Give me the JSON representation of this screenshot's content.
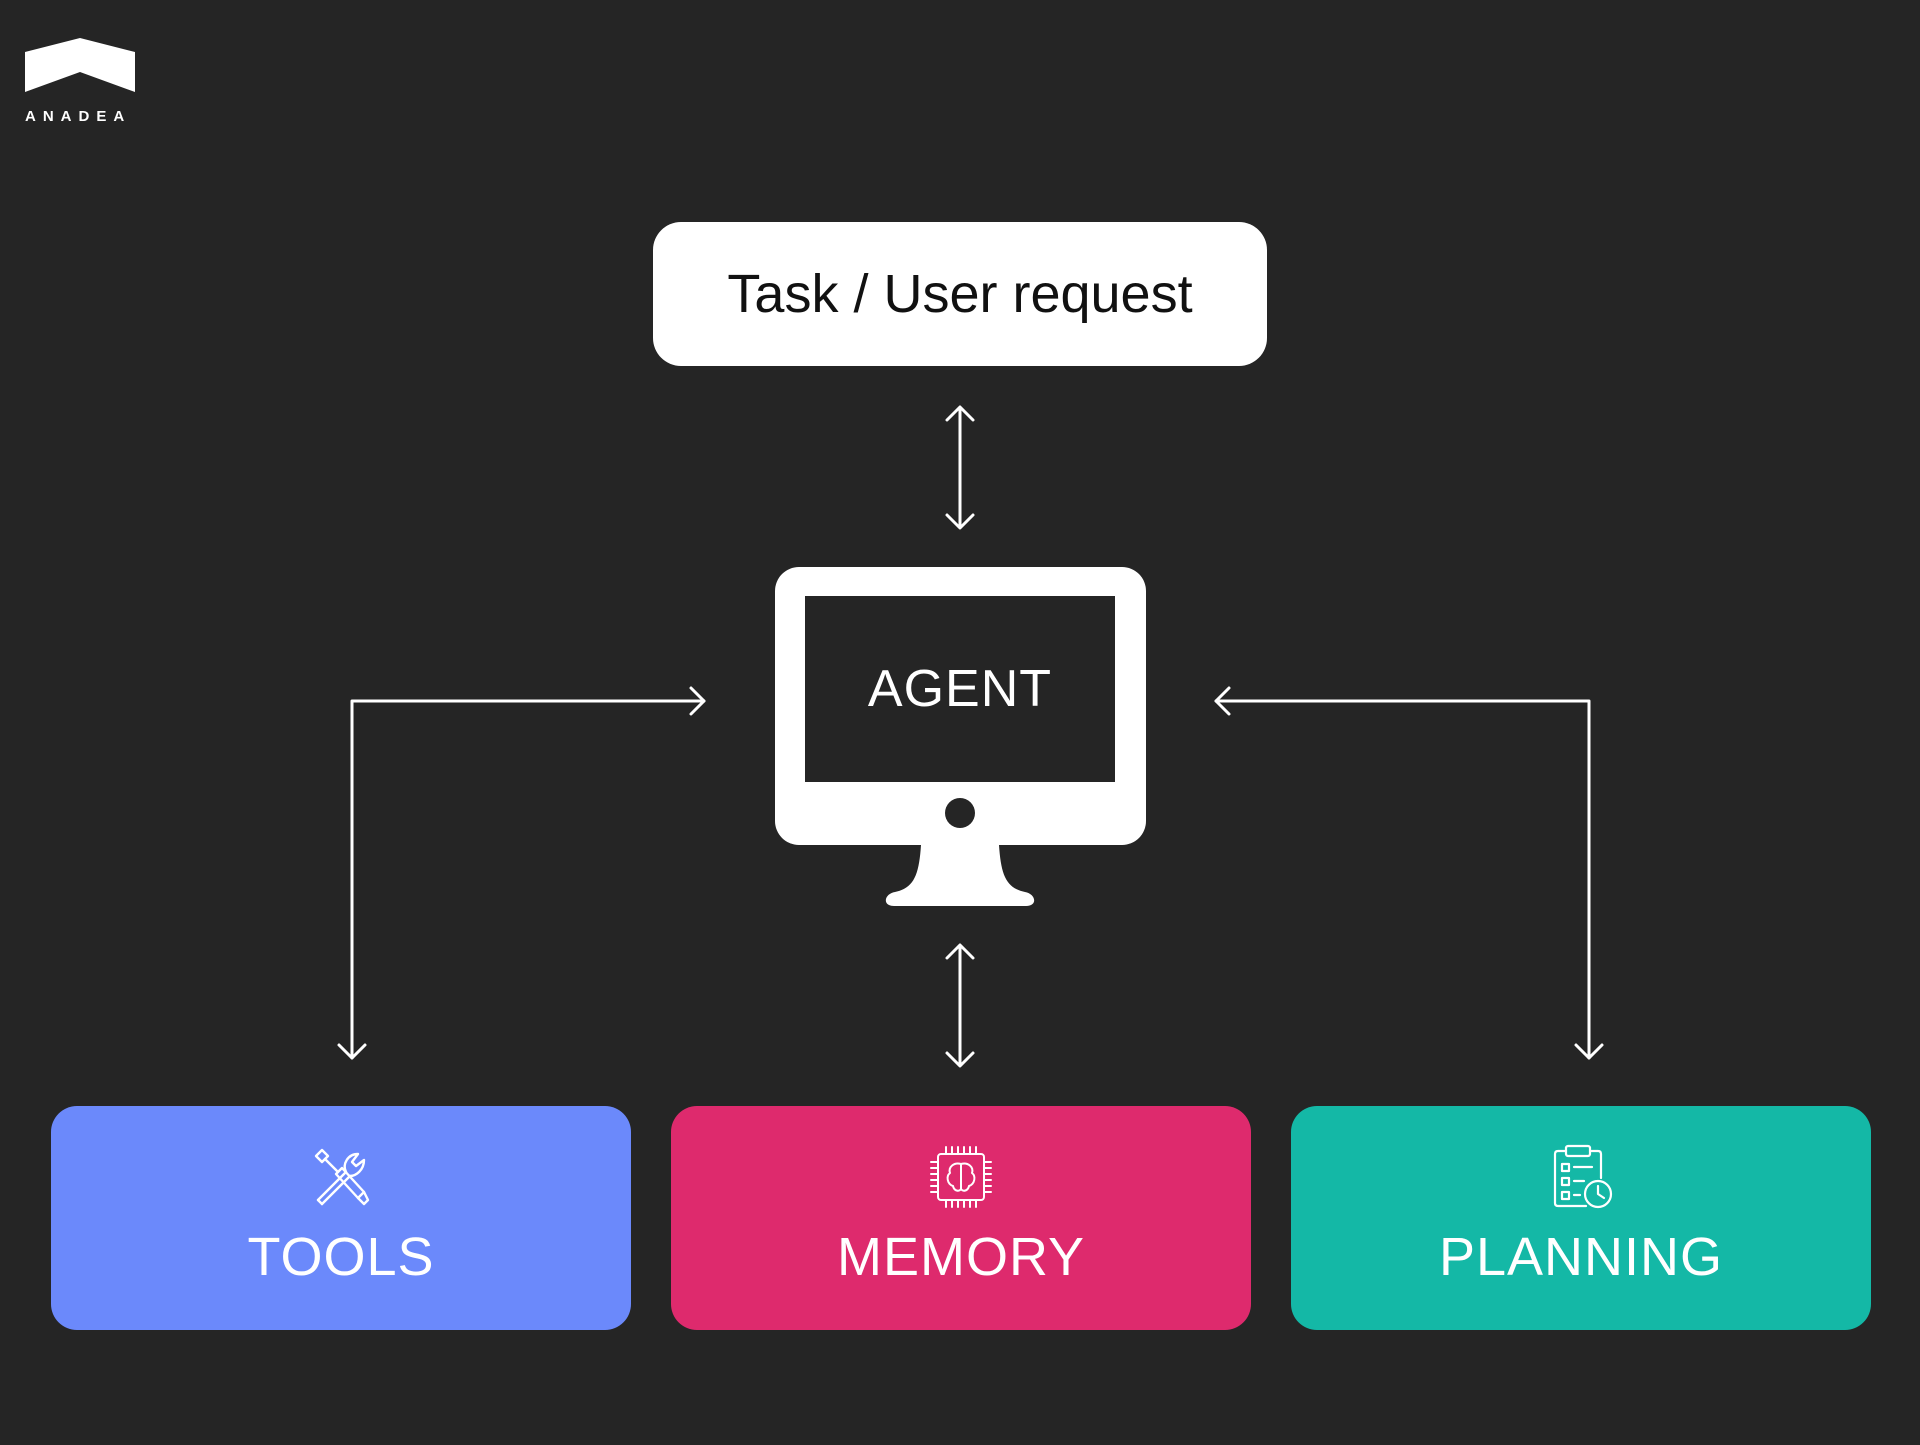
{
  "logo": {
    "text": "ANADEA"
  },
  "task": {
    "label": "Task / User request"
  },
  "agent": {
    "label": "AGENT",
    "icon": "monitor-icon"
  },
  "cards": {
    "tools": {
      "label": "TOOLS",
      "icon": "wrench-screwdriver-icon",
      "color": "#6b89fb"
    },
    "memory": {
      "label": "MEMORY",
      "icon": "brain-chip-icon",
      "color": "#de2a6d"
    },
    "planning": {
      "label": "PLANNING",
      "icon": "clipboard-clock-icon",
      "color": "#14b8a6"
    }
  },
  "colors": {
    "background": "#252525",
    "foreground": "#ffffff"
  }
}
